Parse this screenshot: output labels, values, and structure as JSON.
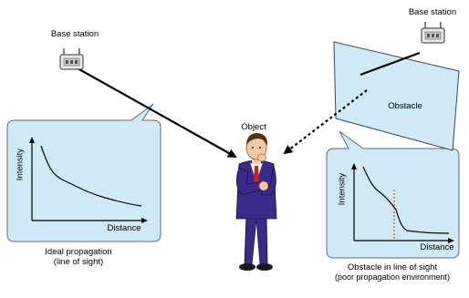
{
  "base_station_left": {
    "label": "Base station"
  },
  "base_station_right": {
    "label": "Base station"
  },
  "object": {
    "label": "Object"
  },
  "obstacle": {
    "label": "Obstacle"
  },
  "left_panel": {
    "y_axis": "Intensity",
    "x_axis": "Distance",
    "caption_line1": "Ideal propagation",
    "caption_line2": "(line of sight)"
  },
  "right_panel": {
    "y_axis": "Intensity",
    "x_axis": "Distance",
    "caption_line1": "Obstacle in line of sight",
    "caption_line2": "(poor propagation environment)"
  },
  "colors": {
    "panel_fill": "#cfe9f7",
    "panel_stroke": "#5a6e7a",
    "obstacle_fill": "#cfe9f7",
    "cutoff_line": "#e0401a",
    "suit": "#3a2a8a",
    "tie": "#d0201a"
  }
}
